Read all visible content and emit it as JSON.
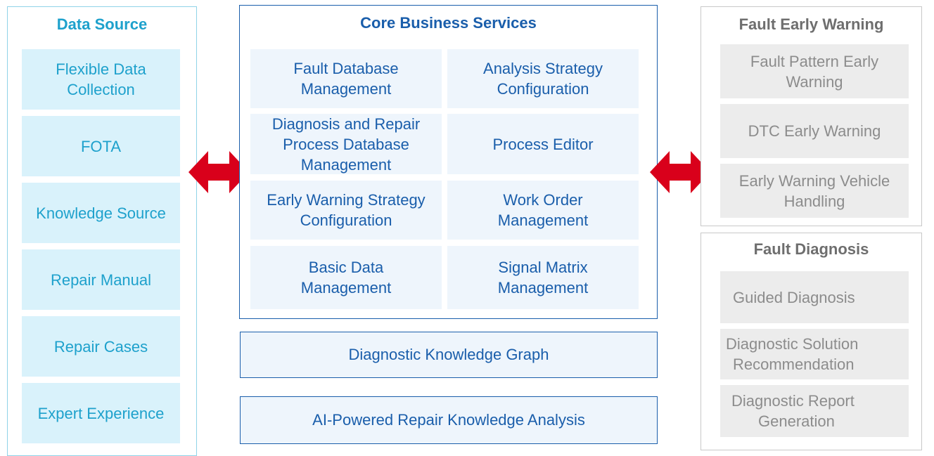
{
  "colors": {
    "data_source_text": "#1ea1cc",
    "core_text": "#1a5eab",
    "gray_title": "#6e6e6e",
    "gray_item_text": "#8c8c8c",
    "arrow": "#d9001b"
  },
  "data_source": {
    "title": "Data Source",
    "items": [
      {
        "line1": "Flexible Data",
        "line2": "Collection"
      },
      {
        "line1": "FOTA",
        "line2": ""
      },
      {
        "line1": "Knowledge Source",
        "line2": ""
      },
      {
        "line1": "Repair Manual",
        "line2": ""
      },
      {
        "line1": "Repair Cases",
        "line2": ""
      },
      {
        "line1": "Expert Experience",
        "line2": ""
      }
    ]
  },
  "core": {
    "title": "Core Business Services",
    "items": [
      {
        "line1": "Fault Database",
        "line2": "Management",
        "line3": ""
      },
      {
        "line1": "Analysis Strategy",
        "line2": "Configuration",
        "line3": ""
      },
      {
        "line1": "Diagnosis and Repair",
        "line2": "Process Database",
        "line3": "Management"
      },
      {
        "line1": "Process Editor",
        "line2": "",
        "line3": ""
      },
      {
        "line1": "Early Warning Strategy",
        "line2": "Configuration",
        "line3": ""
      },
      {
        "line1": "Work Order",
        "line2": "Management",
        "line3": ""
      },
      {
        "line1": "Basic Data",
        "line2": "Management",
        "line3": ""
      },
      {
        "line1": "Signal Matrix",
        "line2": "Management",
        "line3": ""
      }
    ]
  },
  "knowledge_graph": {
    "label": "Diagnostic Knowledge Graph"
  },
  "ai_analysis": {
    "label": "AI-Powered Repair Knowledge Analysis"
  },
  "early_warning": {
    "title": "Fault Early Warning",
    "items": [
      {
        "line1": "Fault Pattern Early",
        "line2": "Warning"
      },
      {
        "line1": "DTC Early Warning",
        "line2": ""
      },
      {
        "line1": "Early Warning Vehicle",
        "line2": "Handling"
      }
    ]
  },
  "fault_diagnosis": {
    "title": "Fault Diagnosis",
    "items": [
      {
        "line1": "Guided Diagnosis",
        "line2": ""
      },
      {
        "line1": "Diagnostic Solution",
        "line2": "Recommendation"
      },
      {
        "line1": "Diagnostic Report",
        "line2": "Generation"
      }
    ]
  }
}
